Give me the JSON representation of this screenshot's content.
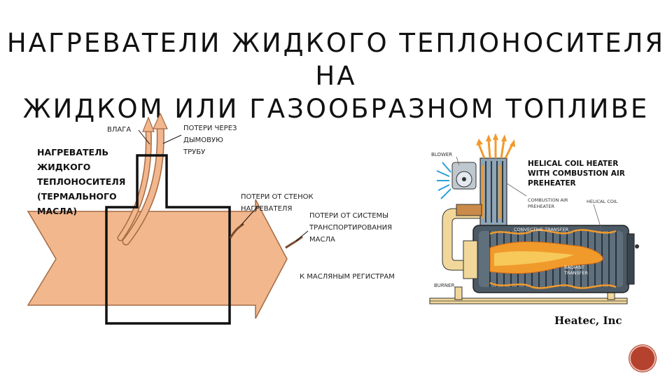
{
  "slide": {
    "title_line1": "НАГРЕВАТЕЛИ ЖИДКОГО ТЕПЛОНОСИТЕЛЯ НА",
    "title_line2": "ЖИДКОМ ИЛИ ГАЗООБРАЗНОМ ТОПЛИВЕ"
  },
  "left_diagram": {
    "heater_label": [
      "НАГРЕВАТЕЛЬ",
      "ЖИДКОГО",
      "ТЕПЛОНОСИТЕЛЯ",
      "(ТЕРМАЛЬНОГО",
      "МАСЛА)"
    ],
    "moisture": "ВЛАГА",
    "flue_loss": [
      "ПОТЕРИ ЧЕРЕЗ",
      "ДЫМОВУЮ",
      "ТРУБУ"
    ],
    "wall_loss": [
      "ПОТЕРИ ОТ СТЕНОК",
      "НАГРЕВАТЕЛЯ"
    ],
    "transport_loss": [
      "ПОТЕРИ ОТ СИСТЕМЫ",
      "ТРАНСПОРТИРОВАНИЯ",
      "МАСЛА"
    ],
    "to_registers": "К МАСЛЯНЫМ РЕГИСТРАМ",
    "colors": {
      "flow": "#f2b78c",
      "outline": "#111111"
    }
  },
  "right_diagram": {
    "title_lines": [
      "HELICAL COIL HEATER",
      "WITH COMBUSTION AIR",
      "PREHEATER"
    ],
    "blower": "BLOWER",
    "burner": "BURNER",
    "preheater": [
      "COMBUSTION AIR",
      "PREHEATER"
    ],
    "coil": "HELICAL COIL",
    "convective": "CONVECTIVE TRANSFER",
    "radiant": [
      "RADIANT",
      "TRANSFER"
    ],
    "colors": {
      "shell": "#4c5a66",
      "flame": "#f19a2c",
      "frame": "#f1d89a",
      "air": "#2aa0d8"
    }
  },
  "credit": "Heatec, Inc"
}
